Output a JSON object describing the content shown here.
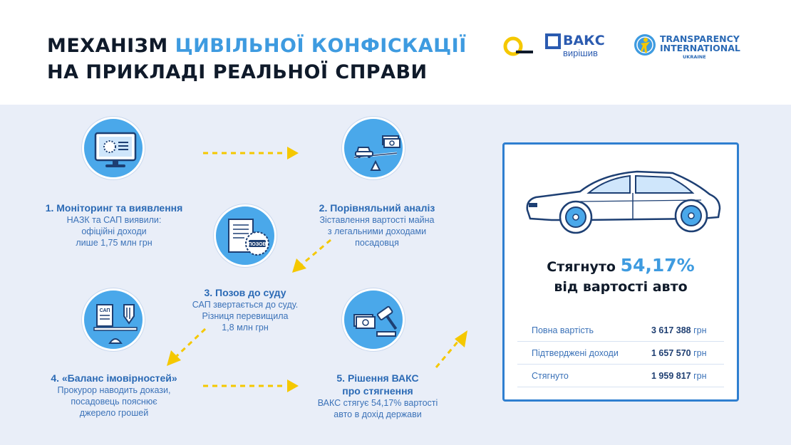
{
  "header": {
    "title_line1_prefix": "МЕХАНІЗМ ",
    "title_line1_accent": "ЦИВІЛЬНОЇ КОНФІСКАЦІЇ",
    "title_line2": "НА ПРИКЛАДІ РЕАЛЬНОЇ СПРАВИ",
    "logo_vaks_word": "ВАКС",
    "logo_vaks_sub": "вирішив",
    "logo_ti_line1": "TRANSPARENCY",
    "logo_ti_line2": "INTERNATIONAL",
    "logo_ti_line3": "UKRAINE"
  },
  "steps": [
    {
      "title": "1. Моніторинг та виявлення",
      "desc": [
        "НАЗК та САП виявили:",
        "офіційні доходи",
        "лише 1,75 млн грн"
      ],
      "icon": "monitor-icon"
    },
    {
      "title": "2. Порівняльний аналіз",
      "desc": [
        "Зіставлення вартості майна",
        "з легальними доходами",
        "посадовця"
      ],
      "icon": "scale-car-money-icon"
    },
    {
      "title": "3. Позов до суду",
      "desc": [
        "САП звертається до суду.",
        "Різниця перевищила",
        "1,8 млн грн"
      ],
      "icon": "lawsuit-stamp-icon",
      "stamp": "ПОЗОВ"
    },
    {
      "title": "4. «Баланс імовірностей»",
      "desc": [
        "Прокурор наводить докази,",
        "посадовець пояснює",
        "джерело грошей"
      ],
      "icon": "balance-documents-icon",
      "doc_label": "САП"
    },
    {
      "title_lines": [
        "5. Рішення ВАКС",
        "про стягнення"
      ],
      "desc": [
        "ВАКС стягує 54,17% вартості",
        "авто в дохід держави"
      ],
      "icon": "gavel-money-icon"
    }
  ],
  "result": {
    "line1_prefix": "Стягнуто ",
    "percent": "54,17%",
    "line2": "від вартості авто",
    "rows": [
      {
        "label": "Повна вартість",
        "value": "3 617 388",
        "unit": " грн"
      },
      {
        "label": "Підтверджені доходи",
        "value": "1 657 570",
        "unit": " грн"
      },
      {
        "label": "Стягнуто",
        "value": "1 959 817",
        "unit": " грн"
      }
    ]
  },
  "colors": {
    "accent_blue": "#3e9be0",
    "circle_blue": "#4aa8ea",
    "arrow_yellow": "#f5c800",
    "dark_text": "#0f1a2a",
    "panel_border": "#2f7fd0"
  }
}
